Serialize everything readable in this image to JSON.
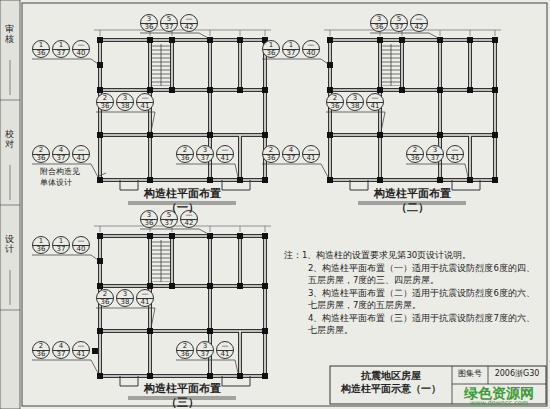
{
  "diagram": {
    "nodes": [
      {
        "text": [
          "3",
          "36"
        ]
      },
      {
        "text": [
          "5",
          "37"
        ]
      },
      {
        "text": [
          "—",
          "42"
        ]
      },
      {
        "text": [
          "1",
          "36"
        ]
      },
      {
        "text": [
          "1",
          "37"
        ]
      },
      {
        "text": [
          "—",
          "40"
        ]
      },
      {
        "text": [
          "2",
          "36"
        ]
      },
      {
        "text": [
          "3",
          "38"
        ]
      },
      {
        "text": [
          "—",
          "41"
        ]
      },
      {
        "text": [
          "2",
          "36"
        ]
      },
      {
        "text": [
          "4",
          "37"
        ]
      },
      {
        "text": [
          "—",
          "41"
        ]
      },
      {
        "text": [
          "2",
          "36"
        ]
      },
      {
        "text": [
          "3",
          "37"
        ]
      },
      {
        "text": [
          "—",
          "41"
        ]
      },
      {
        "text": [
          "3",
          "36"
        ]
      },
      {
        "text": [
          "5",
          "37"
        ]
      },
      {
        "text": [
          "—",
          "42"
        ]
      },
      {
        "text": [
          "1",
          "36"
        ]
      },
      {
        "text": [
          "1",
          "37"
        ]
      },
      {
        "text": [
          "—",
          "40"
        ]
      },
      {
        "text": [
          "2",
          "36"
        ]
      },
      {
        "text": [
          "3",
          "38"
        ]
      },
      {
        "text": [
          "—",
          "41"
        ]
      },
      {
        "text": [
          "2",
          "36"
        ]
      },
      {
        "text": [
          "4",
          "37"
        ]
      },
      {
        "text": [
          "—",
          "41"
        ]
      },
      {
        "text": [
          "2",
          "36"
        ]
      },
      {
        "text": [
          "3",
          "37"
        ]
      },
      {
        "text": [
          "—",
          "41"
        ]
      },
      {
        "text": [
          "3",
          "36"
        ]
      },
      {
        "text": [
          "5",
          "37"
        ]
      },
      {
        "text": [
          "—",
          "42"
        ]
      },
      {
        "text": [
          "1",
          "36"
        ]
      },
      {
        "text": [
          "1",
          "37"
        ]
      },
      {
        "text": [
          "—",
          "40"
        ]
      },
      {
        "text": [
          "2",
          "36"
        ]
      },
      {
        "text": [
          "3",
          "38"
        ]
      },
      {
        "text": [
          "—",
          "41"
        ]
      },
      {
        "text": [
          "2",
          "36"
        ]
      },
      {
        "text": [
          "4",
          "37"
        ]
      },
      {
        "text": [
          "—",
          "41"
        ]
      },
      {
        "text": [
          "2",
          "36"
        ]
      },
      {
        "text": [
          "3",
          "37"
        ]
      },
      {
        "text": [
          "—",
          "41"
        ]
      }
    ],
    "labels": [
      "附合构造见 单体设计",
      "构造柱平面布置（一）",
      "构造柱平面布置（二）",
      "构造柱平面布置（三）",
      "注：1、构造柱的设置要求见第30页设计说明。",
      "2、构造柱平面布置（一）适用于抗震设防烈度6度的四、五层房屋，7度的三、四层房屋。",
      "3、构造柱平面布置（二）适用于抗震设防烈度6度的六、七层房屋，7度的五层房屋。",
      "4、构造柱平面布置（三）适用于抗震设防烈度7度的六、七层房屋。",
      "抗震地区房屋 构造柱平面示意（一）",
      "图集号",
      "2006浙G30",
      "绿色资源网",
      "www.downcc.com",
      "审核",
      "校对",
      "设计"
    ]
  }
}
